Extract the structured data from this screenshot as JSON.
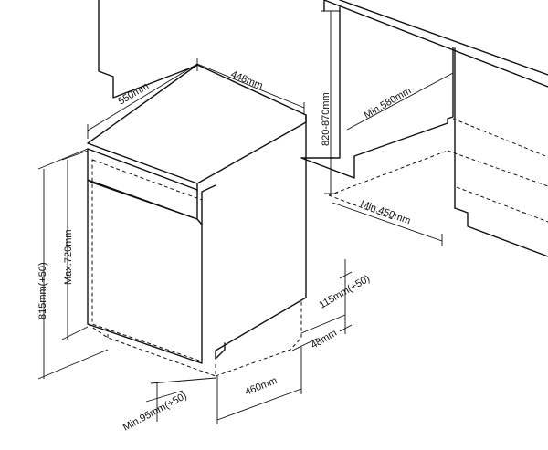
{
  "diagram": {
    "dimensions": {
      "depth": "550mm",
      "width": "448mm",
      "niche_height": "820-870mm",
      "niche_depth": "Min.580mm",
      "niche_width": "Min.450mm",
      "appliance_height": "815mm(+50)",
      "door_height": "Max.720mm",
      "plinth_height": "115mm(+50)",
      "plinth_depth": "48mm",
      "plinth_width": "460mm",
      "bottom_gap": "Min.95mm(+50)"
    }
  }
}
